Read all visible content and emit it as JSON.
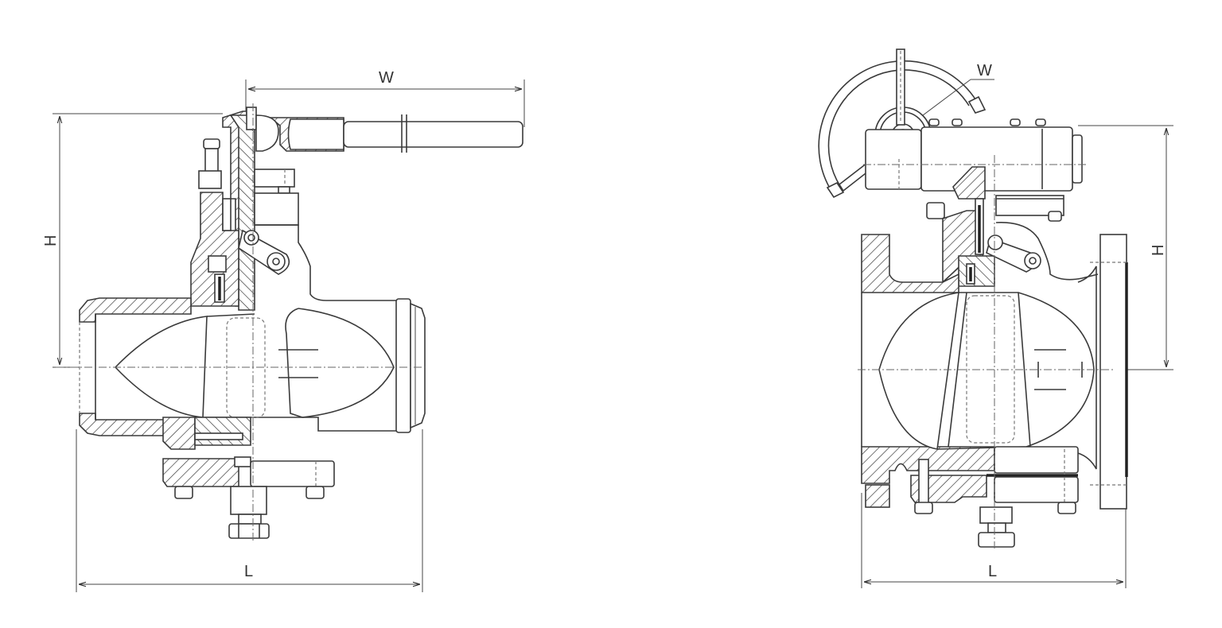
{
  "figure": {
    "description": "Technical cross-section drawings of two plug valves with dimension markings",
    "background_color": "#ffffff",
    "line_color": "#3a3a3a"
  },
  "left_valve": {
    "type": "lever-operated plug valve (butt-weld / hub ends)",
    "operator": "lever handle",
    "dimensions": {
      "width_label": "W",
      "height_label": "H",
      "length_label": "L"
    }
  },
  "right_valve": {
    "type": "gear-operated plug valve (flanged ends)",
    "operator": "handwheel with gearbox",
    "dimensions": {
      "width_label": "W",
      "height_label": "H",
      "length_label": "L"
    }
  }
}
